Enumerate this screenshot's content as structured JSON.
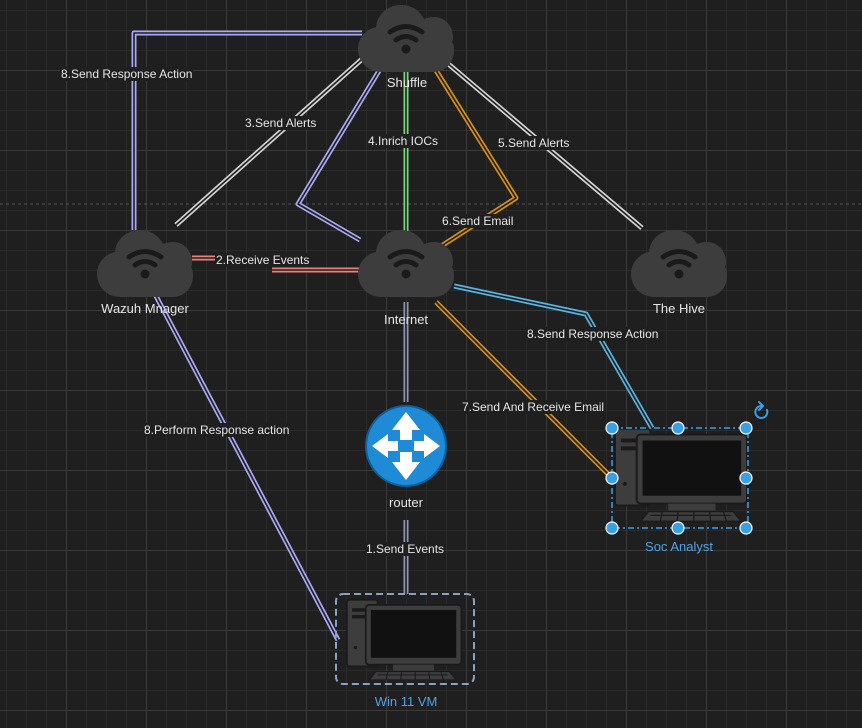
{
  "nodes": {
    "shuffle": "Shuffle",
    "wazuh": "Wazuh Mnager",
    "internet": "Internet",
    "hive": "The Hive",
    "router": "router",
    "soc": "Soc Analyst",
    "win": "Win 11 VM"
  },
  "edges": {
    "send_response_top": "8.Send Response Action",
    "send_alerts_3": "3.Send Alerts",
    "inrich": "4.Inrich IOCs",
    "send_alerts_5": "5.Send Alerts",
    "send_email": "6.Send Email",
    "receive_events": "2.Receive Events",
    "send_response_soc": "8.Send Response Action",
    "send_receive_email": "7.Send And Receive Email",
    "perform_response": "8.Perform Response action",
    "send_events": "1.Send Events"
  },
  "colors": {
    "canvas": "#1f1f1f",
    "cloud": "#3d3d3d",
    "white_link": "#d4d4d4",
    "purple_link": "#a9a9f5",
    "green_link": "#7bd67b",
    "orange_link": "#d7900f",
    "red_link": "#e8837a",
    "blue_link": "#58b4e0",
    "gray_link": "#8f96b0",
    "router": "#1f8bd6",
    "selection": "#3aa0e6"
  }
}
